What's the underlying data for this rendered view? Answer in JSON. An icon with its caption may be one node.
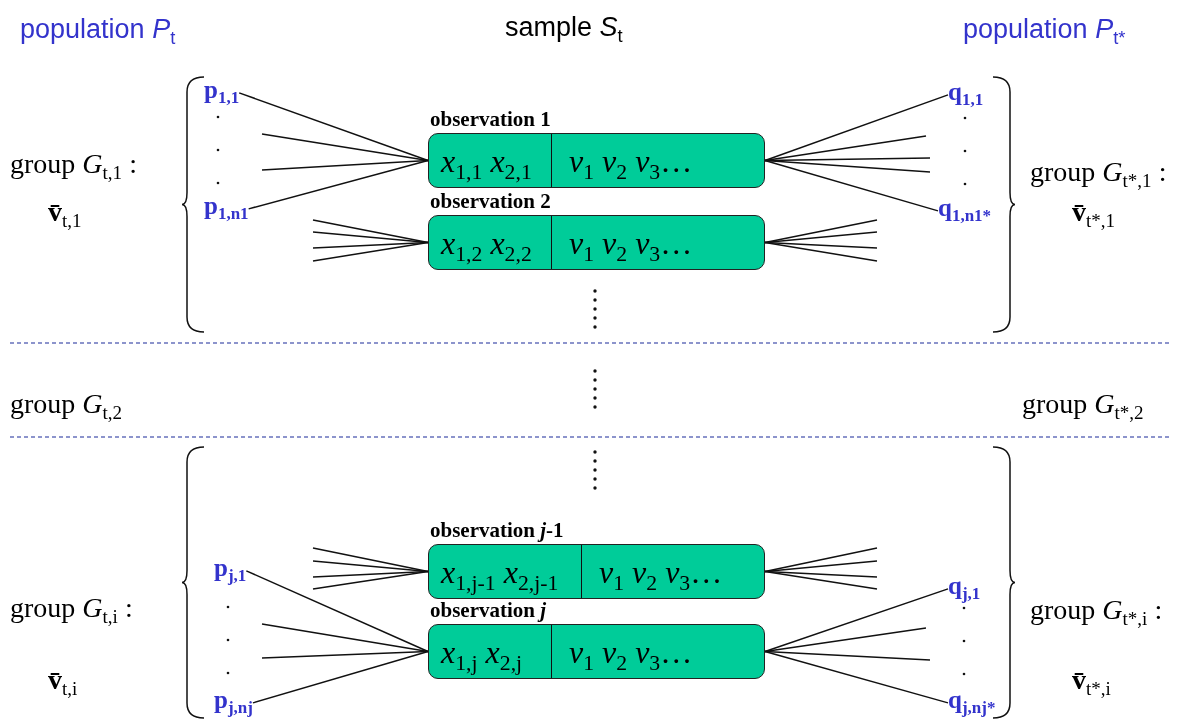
{
  "diagram": {
    "nodes": [
      {
        "text": [
          "observation 1",
          "*x*$_{1,1}$ *x*$_{2,1}$",
          "*v*$_{1}$ *v*$_{2}$ *v*$_{3}$…"
        ]
      },
      {
        "text": [
          "observation 2",
          "*x*$_{1,2}$ *x*$_{2,2}$",
          "*v*$_{1}$ *v*$_{2}$ *v*$_{3}$…"
        ]
      },
      {
        "text": [
          "observation *j*-1",
          "*x*$_{1,j-1}$ *x*$_{2,j-1}$",
          "*v*$_{1}$ *v*$_{2}$ *v*$_{3}$…"
        ]
      },
      {
        "text": [
          "observation *j*",
          "*x*$_{1,j}$ *x*$_{2,j}$",
          "*v*$_{1}$ *v*$_{2}$ *v*$_{3}$…"
        ]
      },
      {
        "text": [
          "p$_{1,1}$"
        ]
      },
      {
        "text": [
          "p$_{1,n1}$"
        ]
      },
      {
        "text": [
          "q$_{1,1}$"
        ]
      },
      {
        "text": [
          "q$_{1,n1*}$"
        ]
      },
      {
        "text": [
          "p$_{j,1}$"
        ]
      },
      {
        "text": [
          "p$_{j,nj}$"
        ]
      },
      {
        "text": [
          "q$_{j,1}$"
        ]
      },
      {
        "text": [
          "q$_{j,nj*}$"
        ]
      }
    ],
    "edges": [
      {
        "from": 4,
        "to": 0,
        "arrow": "none"
      },
      {
        "from": null,
        "to": 0,
        "arrow": "none"
      },
      {
        "from": null,
        "to": 0,
        "arrow": "none"
      },
      {
        "from": 5,
        "to": 0,
        "arrow": "none"
      },
      {
        "from": 0,
        "to": 6,
        "arrow": "none"
      },
      {
        "from": 0,
        "to": null,
        "arrow": "none"
      },
      {
        "from": 0,
        "to": null,
        "arrow": "none"
      },
      {
        "from": 0,
        "to": null,
        "arrow": "none"
      },
      {
        "from": 0,
        "to": 7,
        "arrow": "none"
      },
      {
        "from": null,
        "to": 1,
        "arrow": "none"
      },
      {
        "from": null,
        "to": 1,
        "arrow": "none"
      },
      {
        "from": null,
        "to": 1,
        "arrow": "none"
      },
      {
        "from": null,
        "to": 1,
        "arrow": "none"
      },
      {
        "from": 1,
        "to": null,
        "arrow": "none"
      },
      {
        "from": 1,
        "to": null,
        "arrow": "none"
      },
      {
        "from": 1,
        "to": null,
        "arrow": "none"
      },
      {
        "from": 1,
        "to": null,
        "arrow": "none"
      },
      {
        "from": null,
        "to": 2,
        "arrow": "none"
      },
      {
        "from": null,
        "to": 2,
        "arrow": "none"
      },
      {
        "from": null,
        "to": 2,
        "arrow": "none"
      },
      {
        "from": null,
        "to": 2,
        "arrow": "none"
      },
      {
        "from": 2,
        "to": null,
        "arrow": "none"
      },
      {
        "from": 2,
        "to": null,
        "arrow": "none"
      },
      {
        "from": 2,
        "to": null,
        "arrow": "none"
      },
      {
        "from": 2,
        "to": null,
        "arrow": "none"
      },
      {
        "from": 8,
        "to": 3,
        "arrow": "none"
      },
      {
        "from": null,
        "to": 3,
        "arrow": "none"
      },
      {
        "from": null,
        "to": 3,
        "arrow": "none"
      },
      {
        "from": 9,
        "to": 3,
        "arrow": "none"
      },
      {
        "from": 3,
        "to": 10,
        "arrow": "none"
      },
      {
        "from": 3,
        "to": null,
        "arrow": "none"
      },
      {
        "from": 3,
        "to": null,
        "arrow": "none"
      },
      {
        "from": 3,
        "to": 11,
        "arrow": "none"
      }
    ],
    "labels": [
      "population *P*$_{t}$",
      "sample *S*$_{t}$",
      "population *P*$_{t*}$",
      "group *G*$_{t,1}$ :",
      "**v̄**$_{t,1}$",
      "group *G*$_{t*,1}$ :",
      "**v̄**$_{t*,1}$",
      "group *G*$_{t,2}$",
      "group *G*$_{t*,2}$",
      "group *G*$_{t,i}$ :",
      "group *G*$_{t*,i}$ :",
      "**v̄**$_{t,i}$",
      "**v̄**$_{t*,i}$"
    ]
  }
}
